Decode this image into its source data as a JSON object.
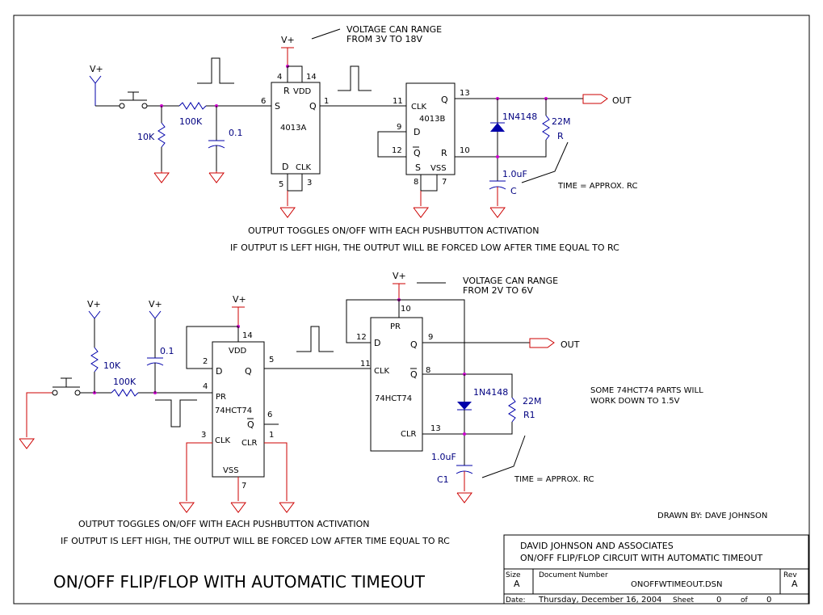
{
  "top": {
    "vplus_supply": "V+",
    "vplus_button": "V+",
    "range_note_1": "VOLTAGE CAN RANGE",
    "range_note_2": "FROM 3V TO 18V",
    "r_pulldown": "10K",
    "r_series": "100K",
    "c_filter": "0.1",
    "ic_a": {
      "name": "4013A",
      "pin_r": "R",
      "pin_vdd": "VDD",
      "pin_s": "S",
      "pin_q": "Q",
      "pin_d": "D",
      "pin_clk": "CLK",
      "n4": "4",
      "n14": "14",
      "n6": "6",
      "n1": "1",
      "n5": "5",
      "n3": "3"
    },
    "ic_b": {
      "name": "4013B",
      "pin_clk": "CLK",
      "pin_q": "Q",
      "pin_d": "D",
      "pin_qbar": "Q",
      "pin_r": "R",
      "pin_s": "S",
      "pin_vss": "VSS",
      "n11": "11",
      "n13": "13",
      "n9": "9",
      "n12": "12",
      "n10": "10",
      "n8": "8",
      "n7": "7"
    },
    "diode": "1N4148",
    "r_timing_value": "22M",
    "r_timing_name": "R",
    "c_timing_value": "1.0uF",
    "c_timing_name": "C",
    "out": "OUT",
    "time_note": "TIME = APPROX. RC",
    "desc_1": "OUTPUT TOGGLES ON/OFF WITH EACH PUSHBUTTON ACTIVATION",
    "desc_2": "IF OUTPUT IS LEFT HIGH, THE OUTPUT WILL BE FORCED LOW AFTER TIME EQUAL TO RC"
  },
  "bottom": {
    "vplus_1": "V+",
    "vplus_2": "V+",
    "vplus_3": "V+",
    "vplus_4": "V+",
    "range_note_1": "VOLTAGE CAN RANGE",
    "range_note_2": "FROM 2V TO 6V",
    "r_pullup": "10K",
    "r_series": "100K",
    "c_filter": "0.1",
    "ic_a": {
      "name": "74HCT74",
      "pin_vdd": "VDD",
      "pin_d": "D",
      "pin_q": "Q",
      "pin_pr": "PR",
      "pin_qbar": "Q",
      "pin_clk": "CLK",
      "pin_clr": "CLR",
      "pin_vss": "VSS",
      "n14": "14",
      "n2": "2",
      "n5": "5",
      "n4": "4",
      "n6": "6",
      "n3": "3",
      "n1": "1",
      "n7": "7"
    },
    "ic_b": {
      "name": "74HCT74",
      "pin_pr": "PR",
      "pin_d": "D",
      "pin_q": "Q",
      "pin_clk": "CLK",
      "pin_qbar": "Q",
      "pin_clr": "CLR",
      "n10": "10",
      "n12": "12",
      "n9": "9",
      "n11": "11",
      "n8": "8",
      "n13": "13"
    },
    "diode": "1N4148",
    "r_timing_value": "22M",
    "r_timing_name": "R1",
    "c_timing_value": "1.0uF",
    "c_timing_name": "C1",
    "out": "OUT",
    "time_note": "TIME = APPROX. RC",
    "parts_note_1": "SOME 74HCT74 PARTS WILL",
    "parts_note_2": "WORK DOWN TO 1.5V",
    "desc_1": "OUTPUT TOGGLES ON/OFF WITH EACH PUSHBUTTON ACTIVATION",
    "desc_2": "IF OUTPUT IS LEFT HIGH, THE OUTPUT WILL BE FORCED LOW AFTER TIME EQUAL TO RC"
  },
  "drawn_by": "DRAWN BY: DAVE JOHNSON",
  "main_title": "ON/OFF FLIP/FLOP WITH AUTOMATIC TIMEOUT",
  "title_block": {
    "company": "DAVID JOHNSON AND ASSOCIATES",
    "title": "ON/OFF FLIP/FLOP CIRCUIT WITH AUTOMATIC TIMEOUT",
    "size_label": "Size",
    "size": "A",
    "docnum_label": "Document Number",
    "docnum": "ONOFFWTIMEOUT.DSN",
    "rev_label": "Rev",
    "rev": "A",
    "date_label": "Date:",
    "date": "Thursday, December 16, 2004",
    "sheet_label": "Sheet",
    "sheet": "0",
    "of_label": "of",
    "of": "0"
  },
  "colors": {
    "wire": "#000000",
    "ground": "#cc0000",
    "component": "#0000aa",
    "label": "#000080",
    "junction": "#cc00cc"
  }
}
